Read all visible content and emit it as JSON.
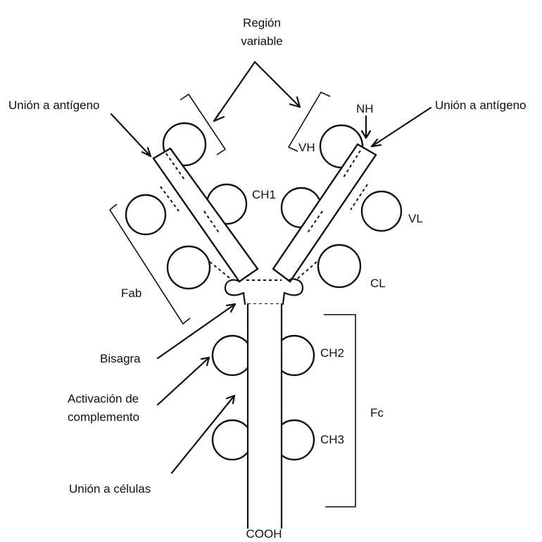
{
  "labels": {
    "variable_region_line1": "Región",
    "variable_region_line2": "variable",
    "antigen_binding_left": "Unión a antígeno",
    "antigen_binding_right": "Unión a antígeno",
    "nh": "NH",
    "vh": "VH",
    "ch1": "CH1",
    "vl": "VL",
    "cl": "CL",
    "fab": "Fab",
    "hinge": "Bisagra",
    "ch2": "CH2",
    "complement_line1": "Activación de",
    "complement_line2": "complemento",
    "fc": "Fc",
    "ch3": "CH3",
    "cell_binding": "Unión a células",
    "cooh": "COOH"
  },
  "colors": {
    "ink": "#111111",
    "background": "#ffffff"
  }
}
